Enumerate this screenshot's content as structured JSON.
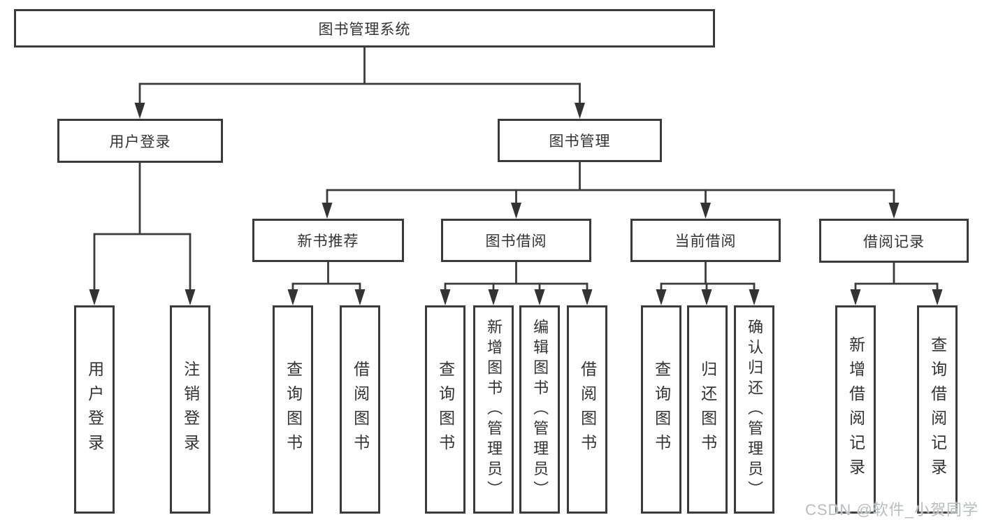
{
  "diagram": {
    "root": {
      "label": "图书管理系统"
    },
    "level2": [
      {
        "id": "user-login",
        "label": "用户登录"
      },
      {
        "id": "book-management",
        "label": "图书管理"
      }
    ],
    "level3": [
      {
        "id": "new-book-recommend",
        "label": "新书推荐",
        "parent": "图书管理"
      },
      {
        "id": "book-borrowing",
        "label": "图书借阅",
        "parent": "图书管理"
      },
      {
        "id": "current-borrowing",
        "label": "当前借阅",
        "parent": "图书管理"
      },
      {
        "id": "borrowing-records",
        "label": "借阅记录",
        "parent": "图书管理"
      }
    ],
    "leaves": [
      {
        "id": "user-login",
        "label": "用户登录",
        "parent": "用户登录"
      },
      {
        "id": "logout-login",
        "label": "注销登录",
        "parent": "用户登录"
      },
      {
        "id": "query-books-recommend",
        "label": "查询图书",
        "parent": "新书推荐"
      },
      {
        "id": "borrow-books-recommend",
        "label": "借阅图书",
        "parent": "新书推荐"
      },
      {
        "id": "query-books-borrowing",
        "label": "查询图书",
        "parent": "图书借阅"
      },
      {
        "id": "add-books-admin",
        "label": "新增图书（管理员）",
        "parent": "图书借阅"
      },
      {
        "id": "edit-books-admin",
        "label": "编辑图书（管理员）",
        "parent": "图书借阅"
      },
      {
        "id": "borrow-books-borrowing",
        "label": "借阅图书",
        "parent": "图书借阅"
      },
      {
        "id": "query-books-current",
        "label": "查询图书",
        "parent": "当前借阅"
      },
      {
        "id": "return-books",
        "label": "归还图书",
        "parent": "当前借阅"
      },
      {
        "id": "confirm-return-admin",
        "label": "确认归还（管理员）",
        "parent": "当前借阅"
      },
      {
        "id": "add-borrow-record",
        "label": "新增借阅记录",
        "parent": "借阅记录"
      },
      {
        "id": "query-borrow-record",
        "label": "查询借阅记录",
        "parent": "借阅记录"
      }
    ]
  },
  "watermark": {
    "text": "CSDN @软件_小贺同学"
  },
  "colors": {
    "line": "#3b3b3b",
    "text": "#333333",
    "node_background": "#ffffff",
    "watermark": "#b9bdc0",
    "background": "#ffffff"
  }
}
